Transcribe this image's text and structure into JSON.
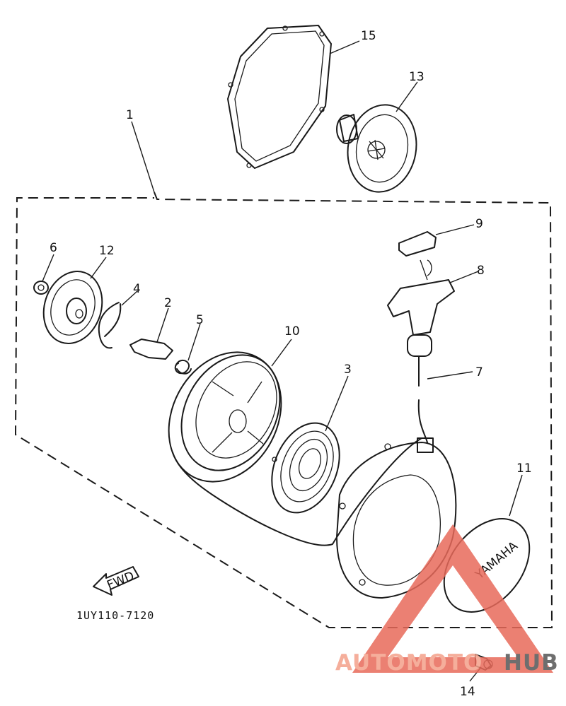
{
  "diagram": {
    "part_numbers": [
      "1",
      "2",
      "3",
      "4",
      "5",
      "6",
      "7",
      "8",
      "9",
      "10",
      "11",
      "12",
      "13",
      "14",
      "15"
    ],
    "drawing_code": "1UY110-7120",
    "fwd_label": "FWD",
    "cover_text": [
      "YAMAHA"
    ]
  },
  "watermark": {
    "word_1": "AUTOMOTO",
    "word_2": "HUB",
    "colors": {
      "primary": "#f4a08a",
      "accent": "#e86a5a",
      "text_dark": "#555555"
    }
  }
}
